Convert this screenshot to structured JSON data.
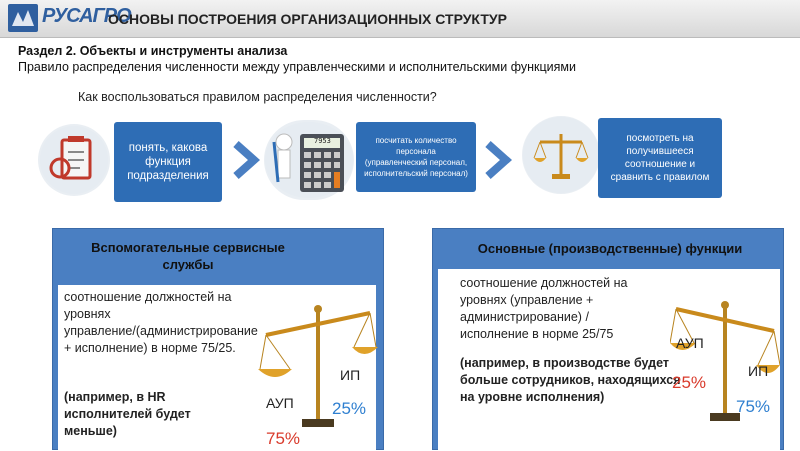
{
  "header": {
    "logo_text": "РУСАГРО",
    "title": "ОСНОВЫ ПОСТРОЕНИЯ ОРГАНИЗАЦИОННЫХ СТРУКТУР"
  },
  "section": "Раздел 2. Объекты и инструменты анализа",
  "rule": "Правило распределения численности между управленческими и исполнительскими функциями",
  "question": "Как воспользоваться правилом распределения численности?",
  "steps": [
    {
      "text": "понять, какова функция подразделения"
    },
    {
      "text": "посчитать количество персонала (управленческий персонал, исполнительский персонал)",
      "counter": "7953"
    },
    {
      "text": "посмотреть на получившееся соотношение и сравнить с правилом"
    }
  ],
  "left_panel": {
    "title": "Вспомогательные сервисные службы",
    "text": "соотношение должностей на уровнях управление/(администрирование + исполнение) в норме 75/25.",
    "example": "(например, в HR исполнителей будет меньше)",
    "label_a": "АУП",
    "label_b": "ИП",
    "pct_a": "75%",
    "pct_b": "25%",
    "color_a": "#d93a2b",
    "color_b": "#2e7fd0"
  },
  "right_panel": {
    "title": "Основные (производственные) функции",
    "text": "соотношение должностей на уровнях (управление + администрирование) / исполнение в норме 25/75",
    "example": "(например, в производстве будет больше сотрудников, находящихся на уровне исполнения)",
    "label_a": "АУП",
    "label_b": "ИП",
    "pct_a": "25%",
    "pct_b": "75%",
    "color_a": "#d93a2b",
    "color_b": "#2e7fd0"
  }
}
